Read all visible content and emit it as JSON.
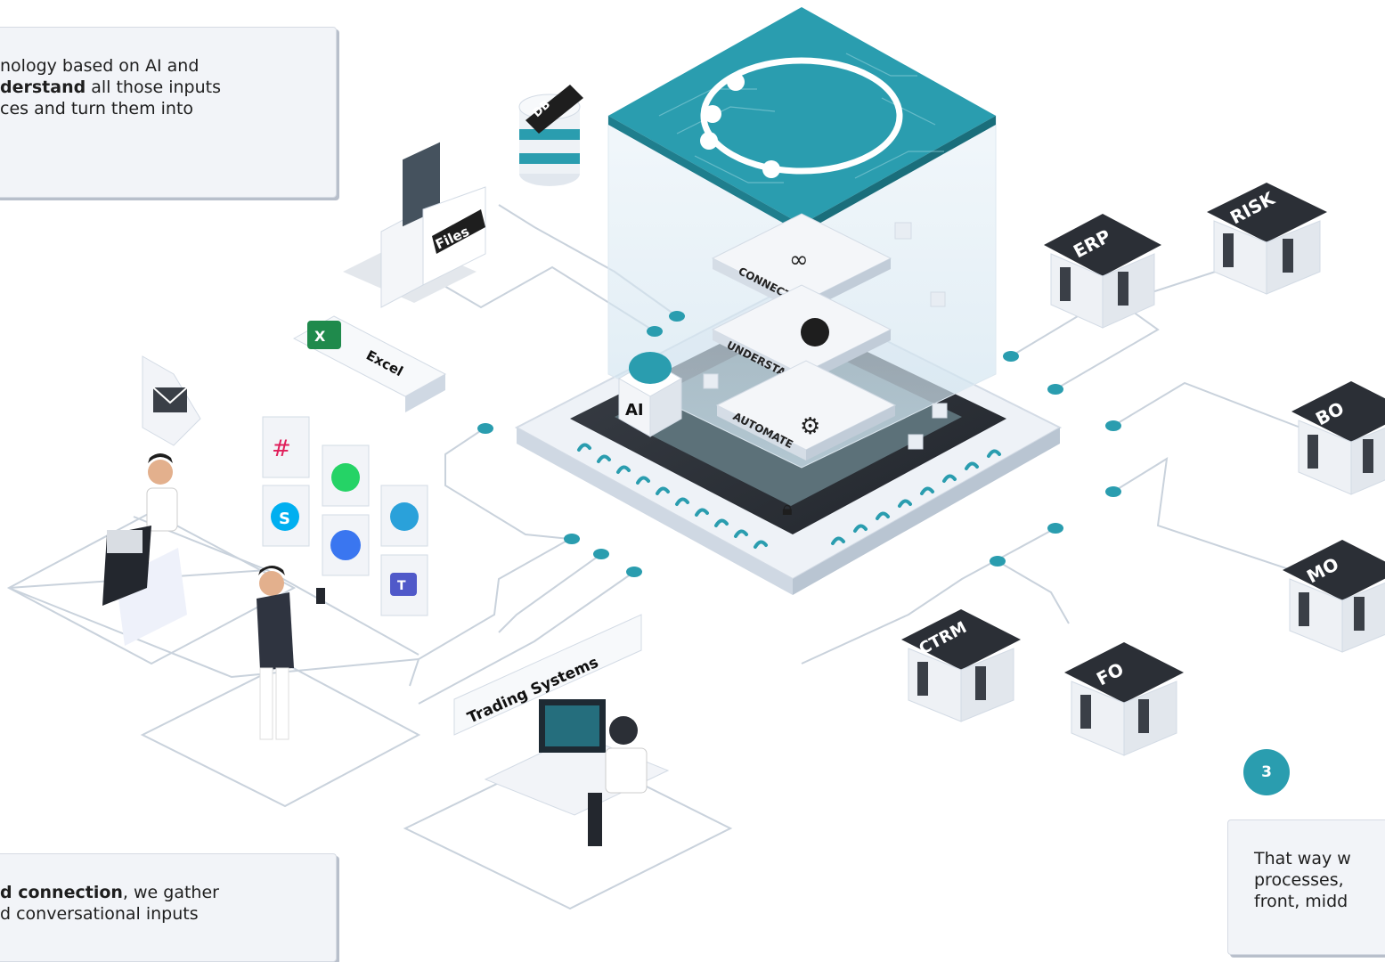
{
  "callouts": {
    "top_left": {
      "line1": "nology based on AI and",
      "line2_bold": "derstand",
      "line2_rest": " all those inputs",
      "line3": "ces and turn them into"
    },
    "bottom_left": {
      "line1_bold": "d connection",
      "line1_rest": ", we gather",
      "line2": "d conversational inputs"
    },
    "bottom_right": {
      "badge": "3",
      "line1": "That way w",
      "line2": "processes,",
      "line3": "front, midd"
    }
  },
  "hub": {
    "layers": [
      "CONNECT",
      "UNDERSTAND",
      "AUTOMATE"
    ],
    "ai_label": "AI"
  },
  "sources": {
    "db": "DB",
    "files": "Files",
    "excel": "Excel",
    "trading": "Trading Systems"
  },
  "systems": [
    "ERP",
    "RISK",
    "BO",
    "MO",
    "CTRM",
    "FO"
  ],
  "colors": {
    "teal": "#2a9daf",
    "dark": "#2b2f36",
    "line": "#c9d2dc",
    "dot": "#2a9daf"
  },
  "icons": [
    "database-icon",
    "folder-icon",
    "excel-icon",
    "mail-icon",
    "slack-icon",
    "whatsapp-icon",
    "skype-icon",
    "signal-icon",
    "telegram-icon",
    "teams-icon",
    "lock-icon",
    "brain-icon",
    "link-icon",
    "bulb-icon",
    "gear-icon",
    "server-icon"
  ]
}
